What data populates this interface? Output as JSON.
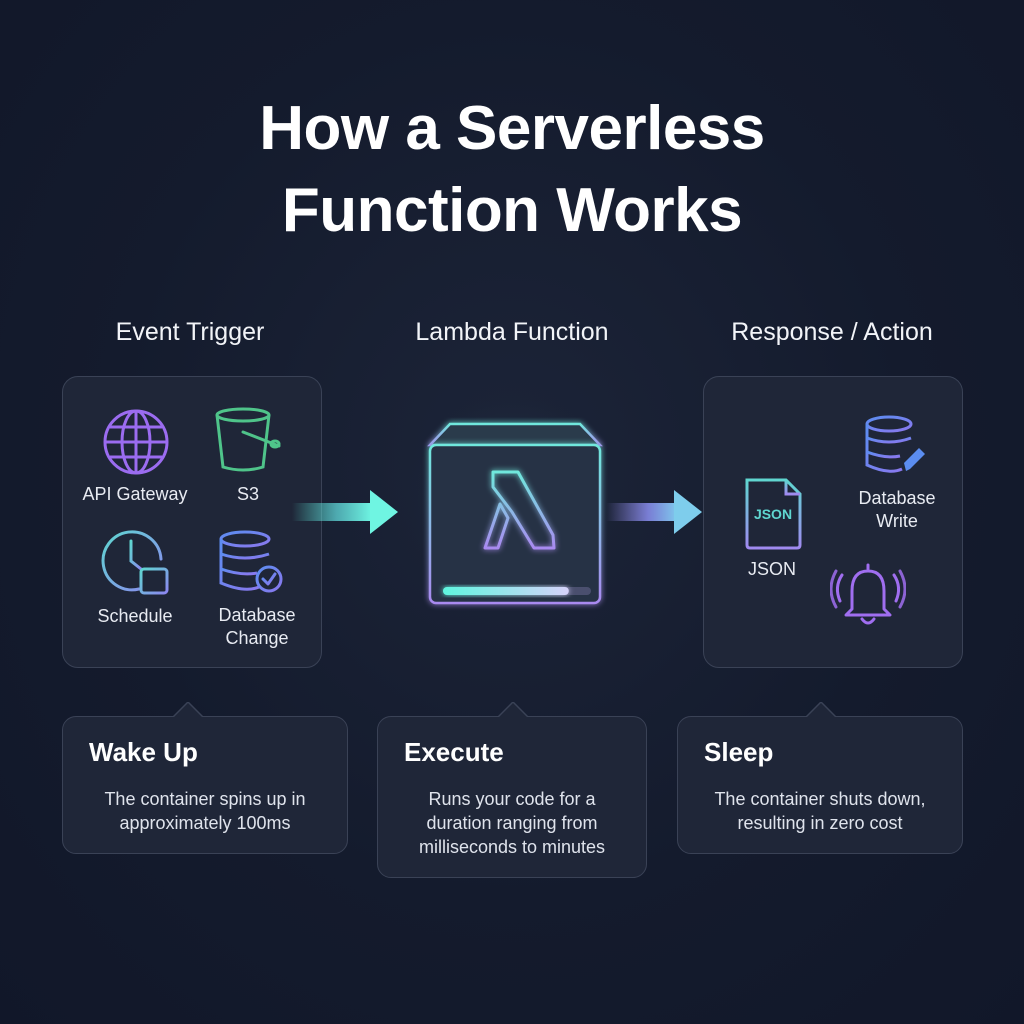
{
  "title": {
    "line1": "How a Serverless",
    "line2": "Function Works"
  },
  "columns": {
    "trigger": "Event Trigger",
    "function": "Lambda Function",
    "response": "Response / Action"
  },
  "triggers": [
    {
      "label": "API Gateway",
      "icon": "globe-icon",
      "color": "#9b6cf0"
    },
    {
      "label": "S3",
      "icon": "bucket-icon",
      "color": "#4fc48a"
    },
    {
      "label": "Schedule",
      "icon": "clock-calendar-icon",
      "color": "#5fd6d0"
    },
    {
      "label": "Database Change",
      "label_line1": "Database",
      "label_line2": "Change",
      "icon": "database-check-icon",
      "color": "#5b8df0"
    }
  ],
  "lambda": {
    "icon": "lambda-icon",
    "progress": 0.85,
    "colors": {
      "start": "#5ff5df",
      "end": "#a98af0"
    }
  },
  "responses": [
    {
      "label": "JSON",
      "icon": "json-file-icon",
      "icon_text": "JSON",
      "color": "#5fd6d0"
    },
    {
      "label": "Database Write",
      "label_line1": "Database",
      "label_line2": "Write",
      "icon": "database-edit-icon",
      "color": "#5b8df0"
    },
    {
      "label": "",
      "icon": "bell-icon",
      "color": "#a06ef0"
    }
  ],
  "stages": [
    {
      "title": "Wake Up",
      "line1": "The container spins up in",
      "line2": "approximately 100ms"
    },
    {
      "title": "Execute",
      "line1": "Runs your code for a",
      "line2": "duration ranging from",
      "line3": "milliseconds to minutes"
    },
    {
      "title": "Sleep",
      "line1": "The container shuts down,",
      "line2": "resulting in zero cost"
    }
  ]
}
